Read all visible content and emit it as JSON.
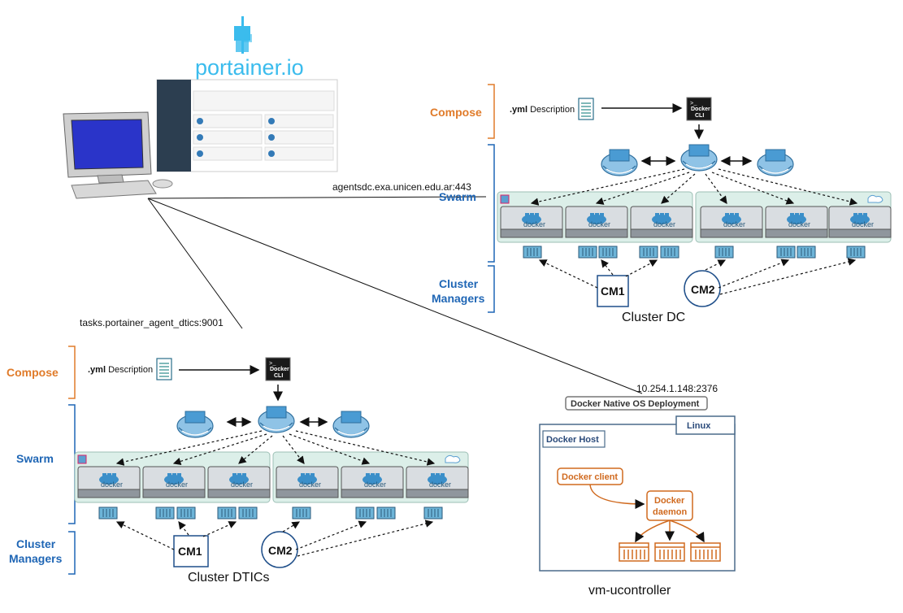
{
  "brand": {
    "name": "portainer.io"
  },
  "connections": {
    "dc_endpoint": "agentsdc.exa.unicen.edu.ar:443",
    "dtics_endpoint": "tasks.portainer_agent_dtics:9001",
    "vm_endpoint": "10.254.1.148:2376"
  },
  "cluster_dc": {
    "compose_label": "Compose",
    "swarm_label": "Swarm",
    "managers_label": "Cluster\nManagers",
    "yml_bold": ".yml",
    "yml_desc": "Description",
    "docker_cli": "Docker\nCLI",
    "node_label": "docker",
    "cm1": "CM1",
    "cm2": "CM2",
    "title": "Cluster  DC"
  },
  "cluster_dtics": {
    "compose_label": "Compose",
    "swarm_label": "Swarm",
    "managers_label": "Cluster\nManagers",
    "yml_bold": ".yml",
    "yml_desc": "Description",
    "docker_cli": "Docker\nCLI",
    "node_label": "docker",
    "cm1": "CM1",
    "cm2": "CM2",
    "title": "Cluster  DTICs"
  },
  "vm": {
    "deployment_label": "Docker Native OS Deployment",
    "linux_label": "Linux",
    "host_label": "Docker Host",
    "client_label": "Docker client",
    "daemon_label": "Docker\ndaemon",
    "title": "vm-ucontroller"
  },
  "colors": {
    "orange": "#e07b2a",
    "blue": "#1f66b5",
    "panel": "#dcefe9",
    "swarm_blue": "#5b9fd1"
  }
}
